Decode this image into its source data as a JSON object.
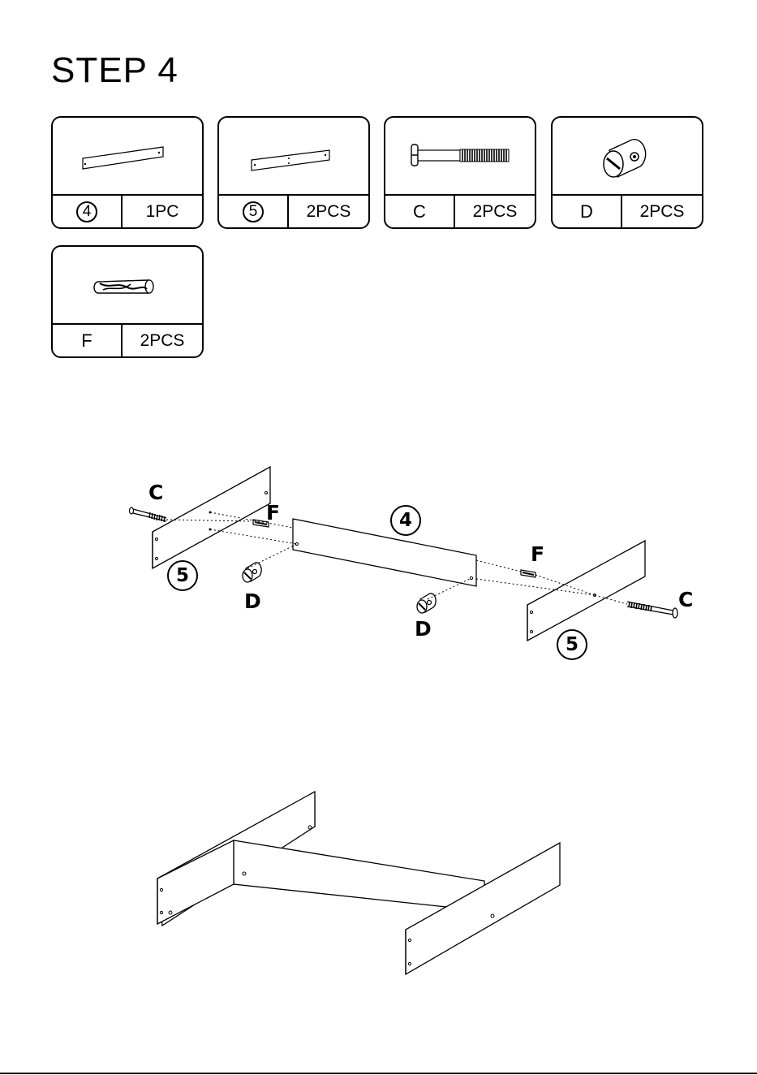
{
  "title": "STEP 4",
  "parts": [
    {
      "id": "4",
      "circled": true,
      "qty": "1PC",
      "icon": "board-panel-icon"
    },
    {
      "id": "5",
      "circled": true,
      "qty": "2PCS",
      "icon": "board-panel-icon"
    },
    {
      "id": "C",
      "circled": false,
      "qty": "2PCS",
      "icon": "bolt-icon"
    },
    {
      "id": "D",
      "circled": false,
      "qty": "2PCS",
      "icon": "cam-nut-icon"
    },
    {
      "id": "F",
      "circled": false,
      "qty": "2PCS",
      "icon": "wooden-dowel-icon"
    }
  ],
  "exploded": {
    "labels": {
      "c_left": "C",
      "f_left": "F",
      "panel_4": "4",
      "f_right": "F",
      "c_right": "C",
      "panel_5_left": "5",
      "d_left": "D",
      "d_right": "D",
      "panel_5_right": "5"
    }
  }
}
